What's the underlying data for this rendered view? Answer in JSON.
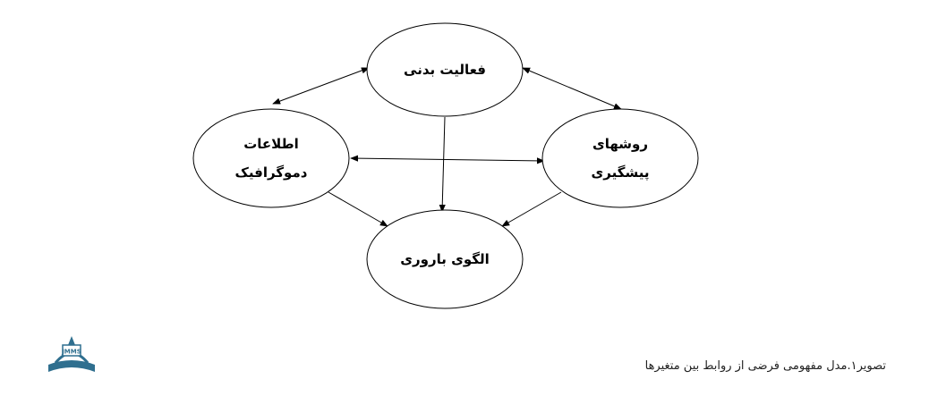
{
  "diagram": {
    "nodes": [
      {
        "id": "physical-activity",
        "lines": [
          "فعالیت بدنی"
        ]
      },
      {
        "id": "demographic-info",
        "lines": [
          "اطلاعات",
          "دموگرافیک"
        ]
      },
      {
        "id": "prevention-methods",
        "lines": [
          "روشهای",
          "پیشگیری"
        ]
      },
      {
        "id": "fertility-pattern",
        "lines": [
          "الگوی باروری"
        ]
      }
    ],
    "edges": [
      {
        "from": "physical-activity",
        "to": "demographic-info",
        "bidirectional": true
      },
      {
        "from": "physical-activity",
        "to": "prevention-methods",
        "bidirectional": true
      },
      {
        "from": "demographic-info",
        "to": "prevention-methods",
        "bidirectional": true
      },
      {
        "from": "physical-activity",
        "to": "fertility-pattern",
        "bidirectional": false
      },
      {
        "from": "demographic-info",
        "to": "fertility-pattern",
        "bidirectional": false
      },
      {
        "from": "prevention-methods",
        "to": "fertility-pattern",
        "bidirectional": false
      }
    ]
  },
  "caption": "تصویر۱.مدل مفهومی فرضی از روابط بین متغیرها",
  "logo": {
    "text": "JMMS",
    "icon": "journal-logo-icon"
  }
}
